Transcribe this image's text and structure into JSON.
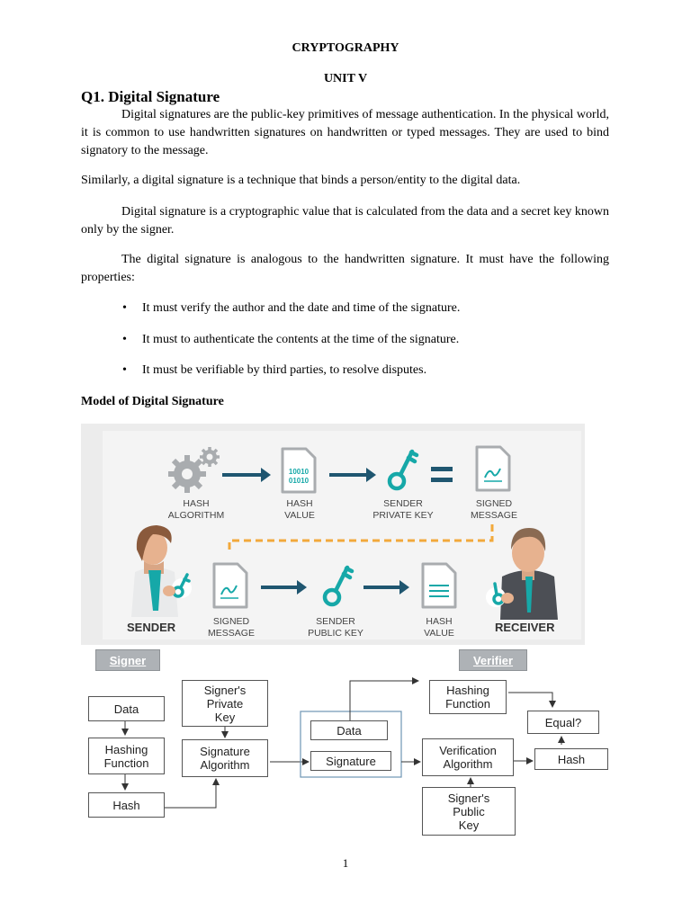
{
  "header": {
    "subject": "CRYPTOGRAPHY",
    "unit": "UNIT V"
  },
  "question": {
    "title": "Q1. Digital Signature"
  },
  "paragraphs": [
    "Digital signatures are the public-key primitives of message authentication. In the physical world, it is common to use handwritten signatures on handwritten or typed messages. They are used to bind signatory to the message.",
    "Similarly, a digital signature is a technique that binds a person/entity to the digital data.",
    "Digital signature is a cryptographic value that is calculated from the data and a secret key known only by the signer.",
    "The digital signature is analogous to the handwritten signature. It must have the following properties:"
  ],
  "bullets": [
    "It must verify the author and the date and time of the signature.",
    "It must to authenticate the contents at the time of the signature.",
    "It must be verifiable by third parties, to resolve disputes."
  ],
  "model_heading": "Model of Digital Signature",
  "infographic": {
    "top_row": [
      {
        "label": "HASH\nALGORITHM",
        "icon": "gears-icon"
      },
      {
        "label": "HASH\nVALUE",
        "icon": "binary-document-icon",
        "doc_text": "10010\n01010"
      },
      {
        "label": "SENDER\nPRIVATE KEY",
        "icon": "key-icon"
      },
      {
        "label": "SIGNED\nMESSAGE",
        "icon": "signed-document-icon"
      }
    ],
    "bottom_row": [
      {
        "label": "SIGNED\nMESSAGE",
        "icon": "signed-document-icon"
      },
      {
        "label": "SENDER\nPUBLIC KEY",
        "icon": "key-icon"
      },
      {
        "label": "HASH\nVALUE",
        "icon": "lined-document-icon"
      }
    ],
    "sender": "SENDER",
    "receiver": "RECEIVER",
    "colors": {
      "arrow": "#1f5670",
      "key": "#16a8a8",
      "dashed": "#f2a93b",
      "panel": "#ececec"
    }
  },
  "flow": {
    "signer_tag": "Signer",
    "verifier_tag": "Verifier",
    "data": "Data",
    "hashing_function": "Hashing\nFunction",
    "hash": "Hash",
    "signers_private_key": "Signer's\nPrivate\nKey",
    "signature_algorithm": "Signature\nAlgorithm",
    "bundle_data": "Data",
    "bundle_signature": "Signature",
    "verify_hashing_function": "Hashing\nFunction",
    "verification_algorithm": "Verification\nAlgorithm",
    "signers_public_key": "Signer's\nPublic\nKey",
    "equal": "Equal?",
    "verify_hash": "Hash"
  },
  "footer": {
    "page_number": "1"
  }
}
